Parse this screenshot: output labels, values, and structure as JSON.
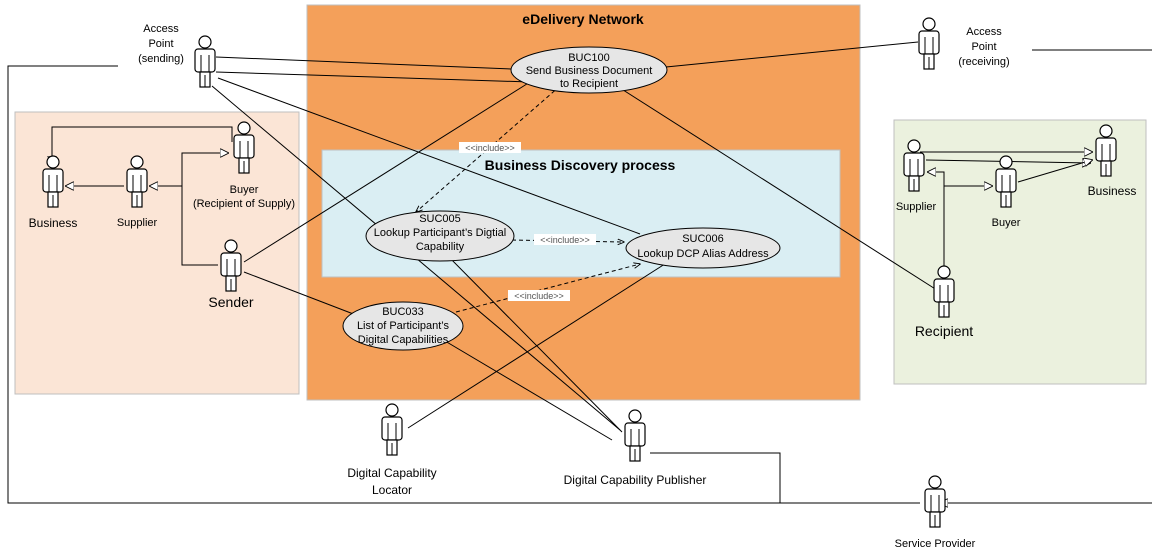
{
  "colors": {
    "network_bg": "#F4A05A",
    "discovery_bg": "#DAEEF3",
    "sender_bg": "#FBE5D6",
    "recipient_bg": "#EBF1DE",
    "usecase_fill": "#E6E6E6",
    "line": "#000000"
  },
  "boundaries": {
    "network": "eDelivery Network",
    "discovery": "Business Discovery process"
  },
  "usecases": {
    "buc100": {
      "id": "BUC100",
      "line1": "Send Business Document",
      "line2": "to Recipient"
    },
    "suc005": {
      "id": "SUC005",
      "line1": "Lookup Participant’s Digtial",
      "line2": "Capability"
    },
    "suc006": {
      "id": "SUC006",
      "line1": "Lookup DCP Alias Address"
    },
    "buc033": {
      "id": "BUC033",
      "line1": "List of  Participant’s",
      "line2": "Digital Capabilities"
    }
  },
  "include_label": "<<include>>",
  "actors": {
    "ap_sending": {
      "line1": "Access",
      "line2": "Point",
      "line3": "(sending)"
    },
    "ap_receiving": {
      "line1": "Access",
      "line2": "Point",
      "line3": "(receiving)"
    },
    "business_left": "Business",
    "supplier_left": "Supplier",
    "buyer_left": {
      "line1": "Buyer",
      "line2": "(Recipient of Supply)"
    },
    "sender": "Sender",
    "supplier_right": "Supplier",
    "buyer_right": "Buyer",
    "business_right": "Business",
    "recipient": "Recipient",
    "dcl": {
      "line1": "Digital Capability",
      "line2": "Locator"
    },
    "dcp": "Digital Capability Publisher",
    "service_provider": "Service Provider"
  }
}
